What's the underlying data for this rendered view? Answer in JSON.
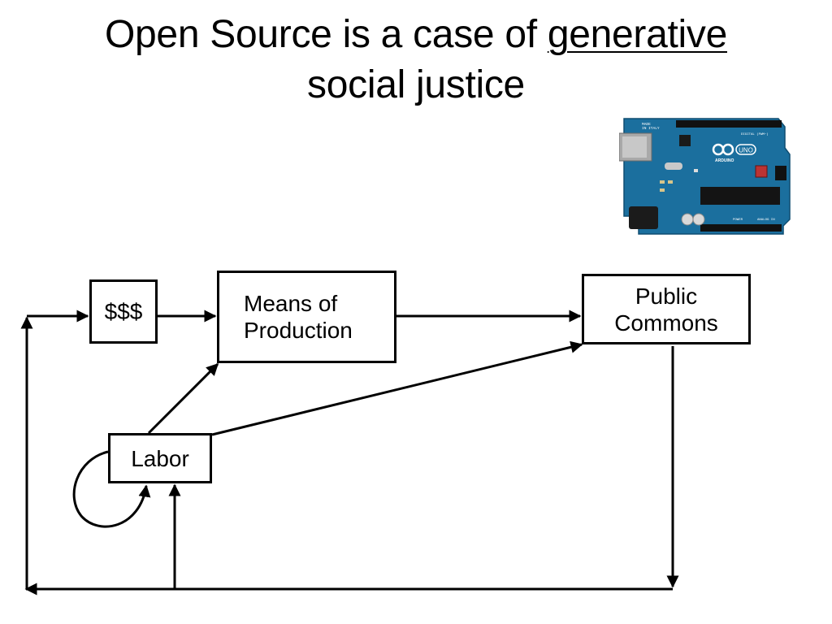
{
  "slide": {
    "title_part1": "Open Source is a case of ",
    "title_emphasis": "generative",
    "title_part2": "social justice"
  },
  "diagram": {
    "nodes": {
      "money": "$$$",
      "means": "Means of\nProduction",
      "commons": "Public\nCommons",
      "labor": "Labor"
    }
  },
  "board": {
    "made_label": "MADE\nIN ITALY",
    "brand": "ARDUINO",
    "model": "UNO",
    "digital_label": "DIGITAL (PWM~)",
    "power_label": "POWER",
    "analog_label": "ANALOG IN"
  },
  "colors": {
    "board_blue": "#1b6f9e",
    "line": "#000000"
  }
}
